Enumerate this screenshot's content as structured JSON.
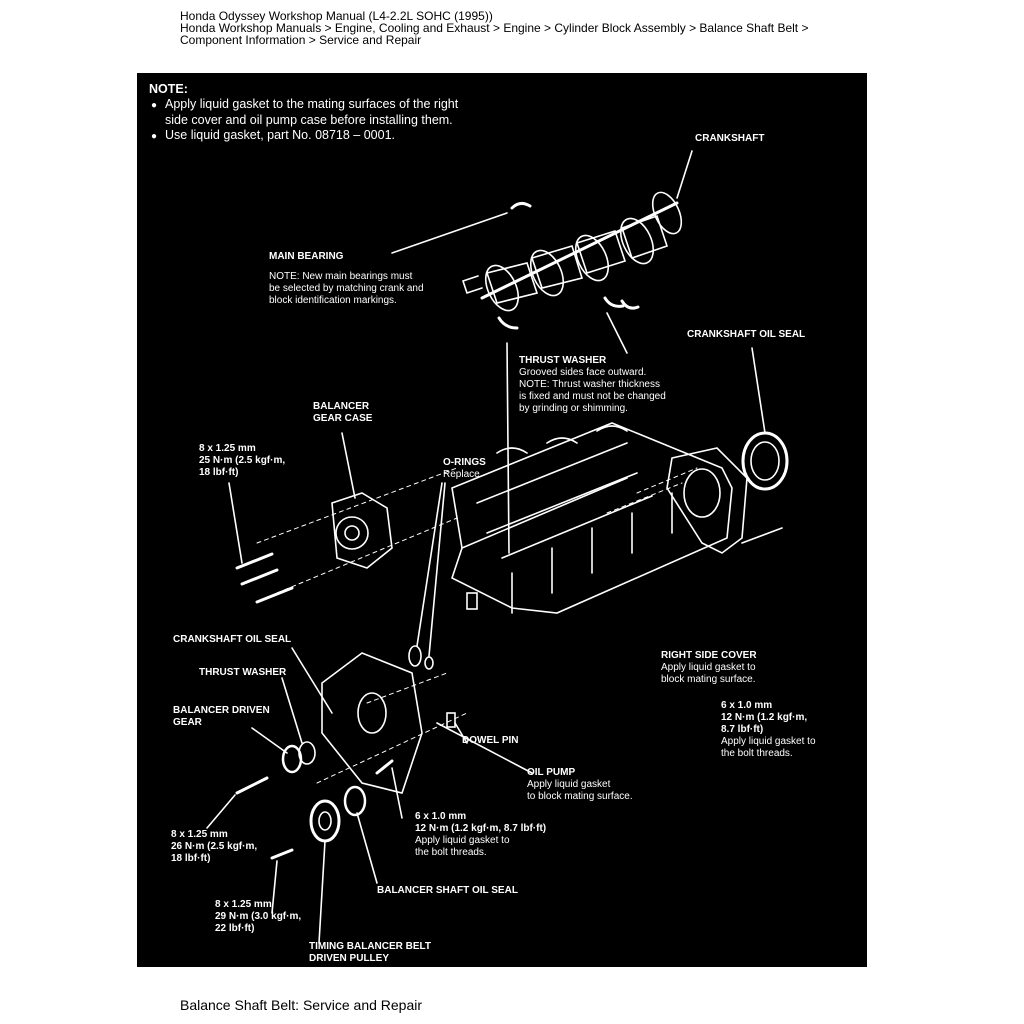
{
  "header": {
    "line1": "Honda Odyssey Workshop Manual (L4-2.2L SOHC (1995))",
    "line2": "Honda Workshop Manuals > Engine, Cooling and Exhaust > Engine > Cylinder Block Assembly > Balance Shaft Belt >",
    "line3": "Component Information > Service and Repair"
  },
  "figure": {
    "note_title": "NOTE:",
    "note_bullet1_l1": "Apply liquid gasket to the mating surfaces of the right",
    "note_bullet1_l2": "side cover and oil pump case before installing them.",
    "note_bullet2": "Use liquid gasket, part No. 08718 – 0001.",
    "crankshaft": "CRANKSHAFT",
    "main_bearing": {
      "title": "MAIN BEARING",
      "l1": "NOTE:  New main bearings must",
      "l2": "be selected by matching crank and",
      "l3": "block identification markings."
    },
    "crankshaft_oil_seal_right": "CRANKSHAFT OIL SEAL",
    "thrust_washer_top": {
      "title": "THRUST WASHER",
      "l1": "Grooved sides face outward.",
      "l2": "NOTE:  Thrust washer thickness",
      "l3": "is fixed and must not be changed",
      "l4": "by grinding or shimming."
    },
    "balancer_gear_case": {
      "l1": "BALANCER",
      "l2": "GEAR CASE"
    },
    "bolt_8x125_top": {
      "l1": "8 x 1.25 mm",
      "l2": "25 N·m (2.5 kgf·m,",
      "l3": "18 lbf·ft)"
    },
    "o_rings": {
      "title": "O-RINGS",
      "l1": "Replace."
    },
    "crankshaft_oil_seal_left": "CRANKSHAFT OIL SEAL",
    "thrust_washer_left": "THRUST WASHER",
    "balancer_driven_gear": {
      "l1": "BALANCER DRIVEN",
      "l2": "GEAR"
    },
    "right_side_cover": {
      "title": "RIGHT SIDE COVER",
      "l1": "Apply liquid gasket to",
      "l2": "block mating surface."
    },
    "bolt_6x10_right": {
      "l1": "6 x 1.0 mm",
      "l2": "12 N·m (1.2 kgf·m,",
      "l3": "8.7 lbf·ft)",
      "l4": "Apply liquid gasket to",
      "l5": "the bolt threads."
    },
    "dowel_pin": "DOWEL PIN",
    "oil_pump": {
      "title": "OIL PUMP",
      "l1": "Apply liquid gasket",
      "l2": "to block mating surface."
    },
    "bolt_6x10_lower": {
      "l1": "6 x 1.0 mm",
      "l2": "12 N·m (1.2 kgf·m, 8.7 lbf·ft)",
      "l3": "Apply liquid gasket to",
      "l4": "the bolt threads."
    },
    "bolt_8x125_left": {
      "l1": "8 x 1.25 mm",
      "l2": "26 N·m (2.5 kgf·m,",
      "l3": "18 lbf·ft)"
    },
    "balancer_shaft_oil_seal": "BALANCER SHAFT OIL SEAL",
    "bolt_8x125_bottom": {
      "l1": "8 x 1.25 mm",
      "l2": "29 N·m (3.0 kgf·m,",
      "l3": "22 lbf·ft)"
    },
    "timing_pulley": {
      "l1": "TIMING BALANCER BELT",
      "l2": "DRIVEN PULLEY"
    }
  },
  "caption": "Balance Shaft Belt: Service and Repair"
}
